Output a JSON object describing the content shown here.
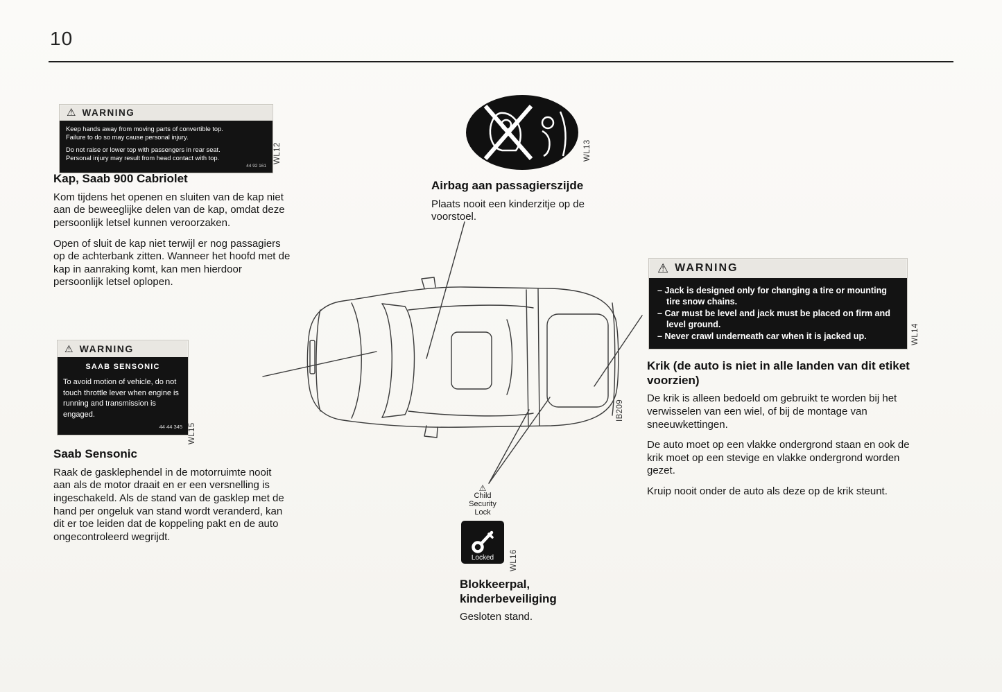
{
  "page": {
    "number": "10"
  },
  "icons": {
    "warning": "⚠"
  },
  "colors": {
    "label_background": "#131313",
    "label_text": "#ffffff",
    "page_background": "#fbfaf8",
    "text": "#1a1a1a"
  },
  "labels": {
    "wl12": {
      "code": "WL12",
      "header": "WARNING",
      "lines": [
        "Keep hands away from moving parts of convertible top.",
        "Failure to do so may cause personal injury.",
        "Do not raise or lower top with passengers in rear seat.",
        "Personal injury may result from head contact with top."
      ],
      "part_number": "44 92 161"
    },
    "wl13": {
      "code": "WL13"
    },
    "wl14": {
      "code": "WL14",
      "header": "WARNING",
      "items": [
        "– Jack is designed only for changing a tire or mounting tire snow chains.",
        "– Car must be level and jack must be placed on firm and level ground.",
        "– Never crawl underneath car when it is jacked up."
      ]
    },
    "wl15": {
      "code": "WL15",
      "header": "WARNING",
      "title": "SAAB SENSONIC",
      "text": "To avoid motion of vehicle, do not touch throttle lever when engine is running and transmission is engaged.",
      "part_number": "44 44 345"
    },
    "wl16": {
      "code": "WL16",
      "caption_lines": [
        "Child",
        "Security",
        "Lock"
      ],
      "locked_label": "Locked"
    },
    "ib209": {
      "code": "IB209"
    }
  },
  "sections": {
    "kap": {
      "heading": "Kap, Saab 900 Cabriolet",
      "paragraphs": [
        "Kom tijdens het openen en sluiten van de kap niet aan de beweeglijke delen van de kap, omdat deze persoonlijk letsel kunnen veroorzaken.",
        "Open of sluit de kap niet terwijl er nog passagiers op de achterbank zitten. Wanneer het hoofd met de kap in aanraking komt, kan men hierdoor persoonlijk letsel oplopen."
      ]
    },
    "airbag": {
      "heading": "Airbag aan passagierszijde",
      "text": "Plaats nooit een kinderzitje op de voorstoel."
    },
    "krik": {
      "heading": "Krik (de auto is niet in alle landen van dit etiket voorzien)",
      "paragraphs": [
        "De krik is alleen bedoeld om gebruikt te worden bij het verwisselen van een wiel, of bij de montage van sneeuwkettingen.",
        "De auto moet op een vlakke ondergrond staan en ook de krik moet op een stevige en vlakke ondergrond worden gezet.",
        "Kruip nooit onder de auto als deze op de krik steunt."
      ]
    },
    "sensonic": {
      "heading": "Saab Sensonic",
      "paragraph": "Raak de gasklephendel in de motorruimte nooit aan als de motor draait en er een versnelling is ingeschakeld. Als de stand van de gasklep met de hand per ongeluk van stand wordt veranderd, kan dit er toe leiden dat de koppeling pakt en de auto ongecontroleerd wegrijdt."
    },
    "blokkeerpal": {
      "heading": "Blokkeerpal, kinderbeveiliging",
      "text": "Gesloten stand."
    }
  }
}
